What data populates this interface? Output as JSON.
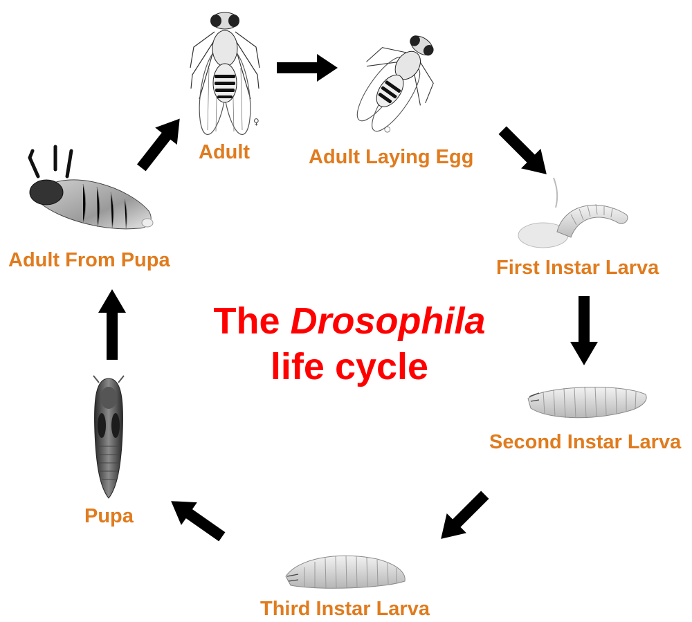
{
  "title": {
    "prefix": "The",
    "genus": "Drosophila",
    "line2": "life cycle"
  },
  "stages": [
    {
      "id": "adult",
      "label": "Adult"
    },
    {
      "id": "adult-laying-egg",
      "label": "Adult Laying Egg"
    },
    {
      "id": "first-instar-larva",
      "label": "First Instar Larva"
    },
    {
      "id": "second-instar-larva",
      "label": "Second Instar Larva"
    },
    {
      "id": "third-instar-larva",
      "label": "Third Instar Larva"
    },
    {
      "id": "pupa",
      "label": "Pupa"
    },
    {
      "id": "adult-from-pupa",
      "label": "Adult From Pupa"
    }
  ],
  "colors": {
    "label": "#e07b1e",
    "title": "#ff0000",
    "arrow": "#000000"
  }
}
